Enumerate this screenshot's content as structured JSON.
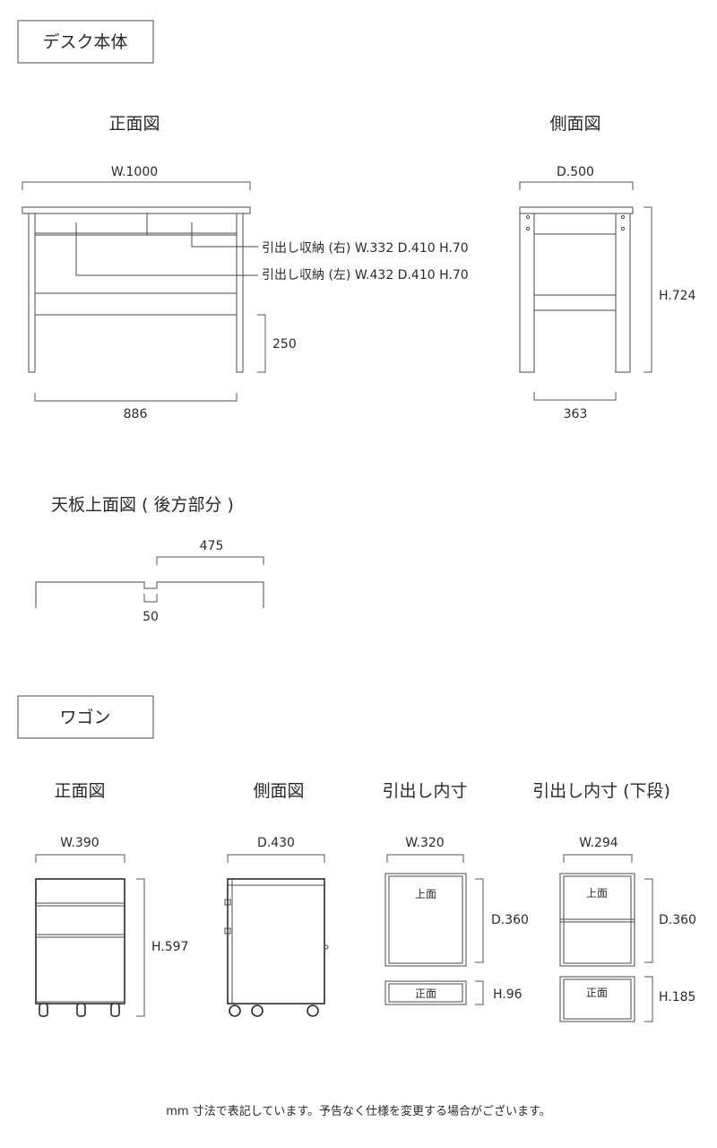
{
  "sections": {
    "desk": "デスク本体",
    "wagon": "ワゴン"
  },
  "desk": {
    "front_title": "正面図",
    "side_title": "側面図",
    "top_title": "天板上面図 ( 後方部分 )",
    "front_width": "W.1000",
    "drawer_right": "引出し収納 (右) W.332 D.410 H.70",
    "drawer_left": "引出し収納 (左) W.432 D.410 H.70",
    "leg_clear": "250",
    "inner_width": "886",
    "side_depth": "D.500",
    "side_height": "H.724",
    "side_inner": "363",
    "top_dim": "475",
    "notch": "50"
  },
  "wagon": {
    "front_title": "正面図",
    "side_title": "側面図",
    "drawer_title": "引出し内寸",
    "lower_title": "引出し内寸 (下段)",
    "front_width": "W.390",
    "front_height": "H.597",
    "side_depth": "D.430",
    "drawer_width": "W.320",
    "drawer_depth": "D.360",
    "drawer_height": "H.96",
    "lower_width": "W.294",
    "lower_depth": "D.360",
    "lower_height": "H.185",
    "top_label": "上面",
    "front_label": "正面"
  },
  "footer": "mm 寸法で表記しています。予告なく仕様を変更する場合がございます。"
}
